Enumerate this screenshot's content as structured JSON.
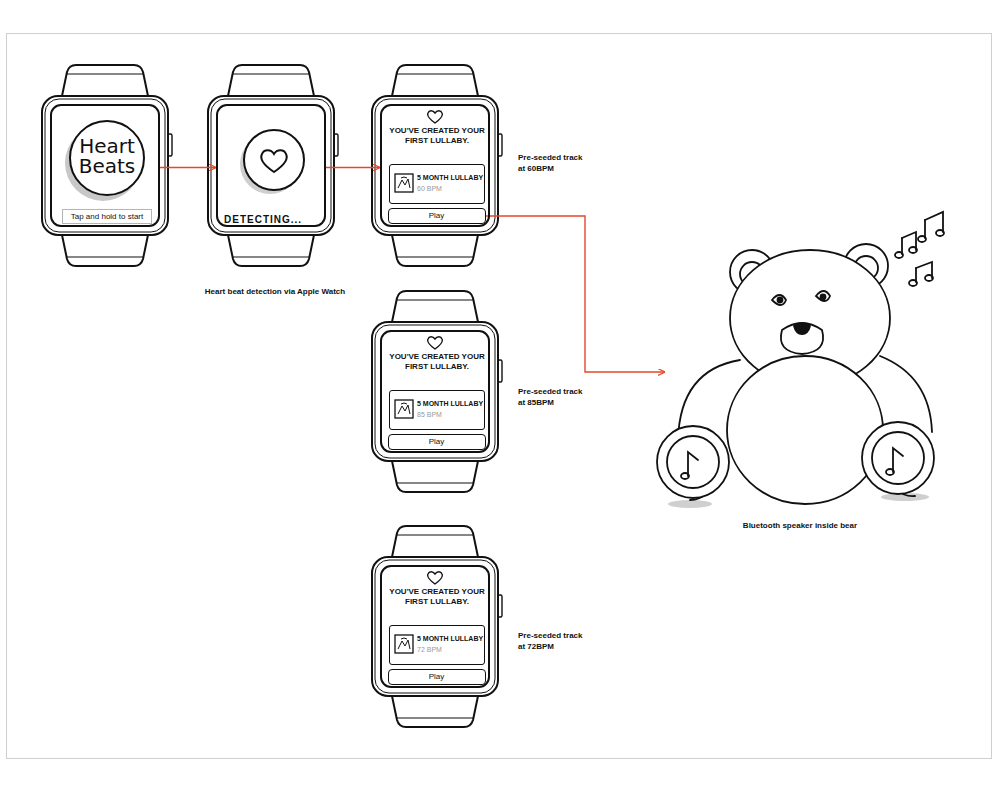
{
  "diagram": {
    "nodes": [
      {
        "text": []
      },
      {
        "text": [
          "Heart Beats"
        ],
        "in": 0
      },
      {
        "text": [
          "Tap and hold to start"
        ],
        "in": 0
      },
      {
        "text": [
          "DETECTING..."
        ]
      },
      {
        "text": [
          "YOU'VE CREATED YOUR FIRST LULLABY."
        ]
      },
      {
        "text": [
          "5 MONTH LULLABY",
          "60 BPM"
        ],
        "in": 4
      },
      {
        "text": [
          "Play"
        ],
        "in": 4
      },
      {
        "text": [
          "YOU'VE CREATED YOUR FIRST LULLABY."
        ]
      },
      {
        "text": [
          "5 MONTH LULLABY",
          "85 BPM"
        ],
        "in": 7
      },
      {
        "text": [
          "Play"
        ],
        "in": 7
      },
      {
        "text": [
          "YOU'VE CREATED YOUR FIRST LULLABY."
        ]
      },
      {
        "text": [
          "5 MONTH LULLABY",
          "72 BPM"
        ],
        "in": 10
      },
      {
        "text": [
          "Play"
        ],
        "in": 10
      },
      {
        "text": [
          "Bluetooth speaker inside bear"
        ]
      }
    ],
    "edges": [
      {
        "from": 0,
        "to": 3,
        "arrow": "to"
      },
      {
        "from": 3,
        "to": 4,
        "arrow": "to"
      },
      {
        "from": 6,
        "to": 13,
        "arrow": "to"
      }
    ],
    "labels": [
      "Heart beat detection via Apple Watch",
      "Pre-seeded track at 60BPM",
      "Pre-seeded track at 85BPM",
      "Pre-seeded track at 72BPM"
    ]
  }
}
